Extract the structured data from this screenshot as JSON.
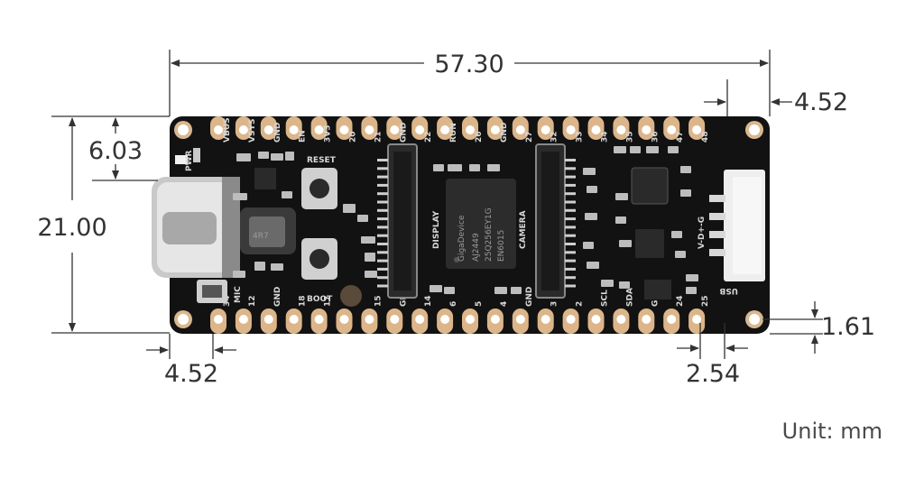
{
  "dimensions": {
    "total_length": "57.30",
    "edge_offset_right": "4.52",
    "edge_offset_left": "4.52",
    "board_height": "21.00",
    "usb_offset": "6.03",
    "pin_pitch": "2.54",
    "pad_inset": "1.61"
  },
  "unit_label": "Unit: mm",
  "board": {
    "top_pins": [
      "VBUS",
      "VSYS",
      "GND",
      "EN",
      "3V3",
      "20",
      "21",
      "GND",
      "22",
      "RUN",
      "26",
      "GND",
      "27",
      "32",
      "33",
      "34",
      "35",
      "36",
      "47",
      "48"
    ],
    "bottom_pins": [
      "34",
      "12",
      "GND",
      "18",
      "17",
      "16",
      "15",
      "GND",
      "14",
      "6",
      "5",
      "4",
      "GND",
      "3",
      "2",
      "SCL",
      "SDA",
      "GND",
      "24",
      "25"
    ],
    "labels": {
      "pwr": "PWR",
      "reset": "RESET",
      "boot": "BOOT",
      "mic": "MIC",
      "display": "DISPLAY",
      "camera": "CAMERA",
      "usb": "USB",
      "connector": "V-D+-G",
      "chip_brand": "GigaDevice",
      "chip_line1": "AJ2449",
      "chip_line2": "25Q256EY1G",
      "chip_line3": "EN6015",
      "inductor": "4R7"
    }
  }
}
